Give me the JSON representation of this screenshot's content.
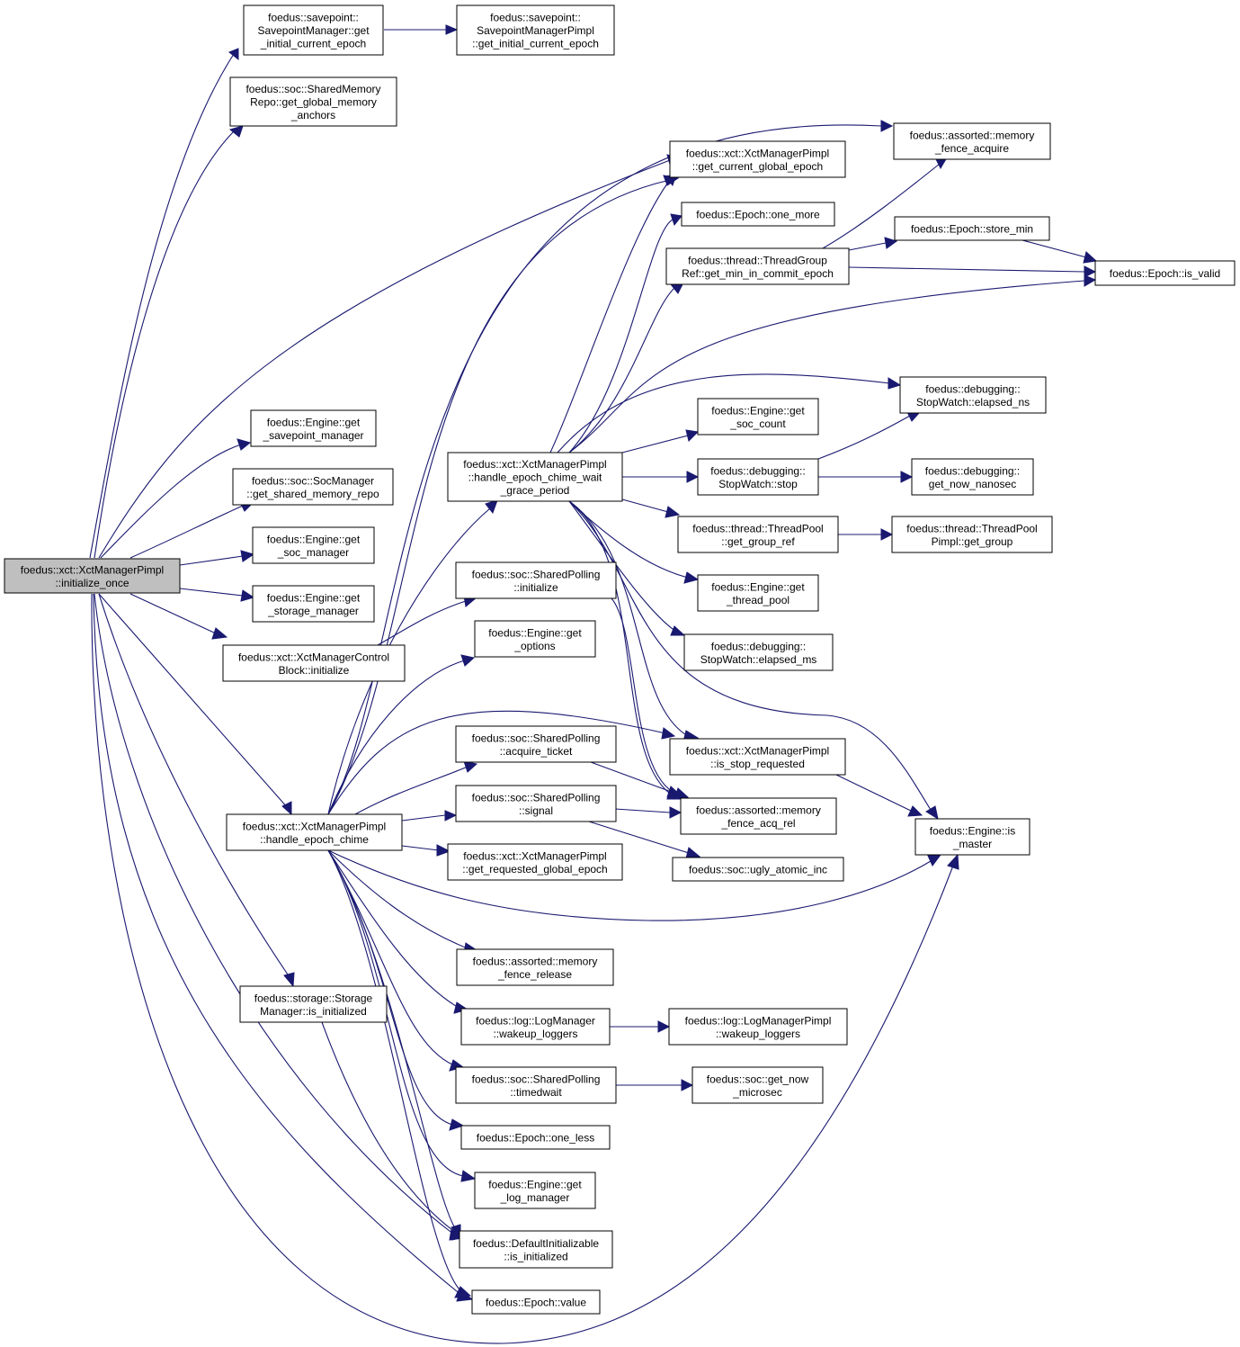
{
  "colors": {
    "edge": "#191970",
    "root_fill": "#bfbfbf",
    "node_fill": "#ffffff",
    "border": "#000000"
  },
  "nodes": {
    "n_root": [
      "foedus::xct::XctManagerPimpl",
      "::initialize_once"
    ],
    "n_sp_get_init": [
      "foedus::savepoint::",
      "SavepointManager::get",
      "_initial_current_epoch"
    ],
    "n_spp_get_init": [
      "foedus::savepoint::",
      "SavepointManagerPimpl",
      "::get_initial_current_epoch"
    ],
    "n_shmem_anchors": [
      "foedus::soc::SharedMemory",
      "Repo::get_global_memory",
      "_anchors"
    ],
    "n_fence_acquire": [
      "foedus::assorted::memory",
      "_fence_acquire"
    ],
    "n_cur_global_epoch": [
      "foedus::xct::XctManagerPimpl",
      "::get_current_global_epoch"
    ],
    "n_epoch_one_more": [
      "foedus::Epoch::one_more"
    ],
    "n_epoch_store_min": [
      "foedus::Epoch::store_min"
    ],
    "n_threadgroup_min": [
      "foedus::thread::ThreadGroup",
      "Ref::get_min_in_commit_epoch"
    ],
    "n_epoch_is_valid": [
      "foedus::Epoch::is_valid"
    ],
    "n_sw_elapsed_ns": [
      "foedus::debugging::",
      "StopWatch::elapsed_ns"
    ],
    "n_eng_get_sp": [
      "foedus::Engine::get",
      "_savepoint_manager"
    ],
    "n_eng_soc_count": [
      "foedus::Engine::get",
      "_soc_count"
    ],
    "n_chime_wait": [
      "foedus::xct::XctManagerPimpl",
      "::handle_epoch_chime_wait",
      "_grace_period"
    ],
    "n_soc_get_shm": [
      "foedus::soc::SocManager",
      "::get_shared_memory_repo"
    ],
    "n_sw_stop": [
      "foedus::debugging::",
      "StopWatch::stop"
    ],
    "n_get_now_nano": [
      "foedus::debugging::",
      "get_now_nanosec"
    ],
    "n_eng_get_soc": [
      "foedus::Engine::get",
      "_soc_manager"
    ],
    "n_tp_group_ref": [
      "foedus::thread::ThreadPool",
      "::get_group_ref"
    ],
    "n_tpp_get_group": [
      "foedus::thread::ThreadPool",
      "Pimpl::get_group"
    ],
    "n_sp_initialize": [
      "foedus::soc::SharedPolling",
      "::initialize"
    ],
    "n_eng_thread_pool": [
      "foedus::Engine::get",
      "_thread_pool"
    ],
    "n_eng_storage": [
      "foedus::Engine::get",
      "_storage_manager"
    ],
    "n_eng_options": [
      "foedus::Engine::get",
      "_options"
    ],
    "n_sw_elapsed_ms": [
      "foedus::debugging::",
      "StopWatch::elapsed_ms"
    ],
    "n_xcb_initialize": [
      "foedus::xct::XctManagerControl",
      "Block::initialize"
    ],
    "n_sp_acquire": [
      "foedus::soc::SharedPolling",
      "::acquire_ticket"
    ],
    "n_is_stop_req": [
      "foedus::xct::XctManagerPimpl",
      "::is_stop_requested"
    ],
    "n_sp_signal": [
      "foedus::soc::SharedPolling",
      "::signal"
    ],
    "n_fence_acq_rel": [
      "foedus::assorted::memory",
      "_fence_acq_rel"
    ],
    "n_handle_chime": [
      "foedus::xct::XctManagerPimpl",
      "::handle_epoch_chime"
    ],
    "n_eng_is_master": [
      "foedus::Engine::is",
      "_master"
    ],
    "n_req_global_epoch": [
      "foedus::xct::XctManagerPimpl",
      "::get_requested_global_epoch"
    ],
    "n_ugly_inc": [
      "foedus::soc::ugly_atomic_inc"
    ],
    "n_fence_release": [
      "foedus::assorted::memory",
      "_fence_release"
    ],
    "n_storage_is_init": [
      "foedus::storage::Storage",
      "Manager::is_initialized"
    ],
    "n_log_wakeup": [
      "foedus::log::LogManager",
      "::wakeup_loggers"
    ],
    "n_logp_wakeup": [
      "foedus::log::LogManagerPimpl",
      "::wakeup_loggers"
    ],
    "n_sp_timedwait": [
      "foedus::soc::SharedPolling",
      "::timedwait"
    ],
    "n_soc_now_micro": [
      "foedus::soc::get_now",
      "_microsec"
    ],
    "n_epoch_one_less": [
      "foedus::Epoch::one_less"
    ],
    "n_eng_log": [
      "foedus::Engine::get",
      "_log_manager"
    ],
    "n_default_is_init": [
      "foedus::DefaultInitializable",
      "::is_initialized"
    ],
    "n_epoch_value": [
      "foedus::Epoch::value"
    ]
  }
}
